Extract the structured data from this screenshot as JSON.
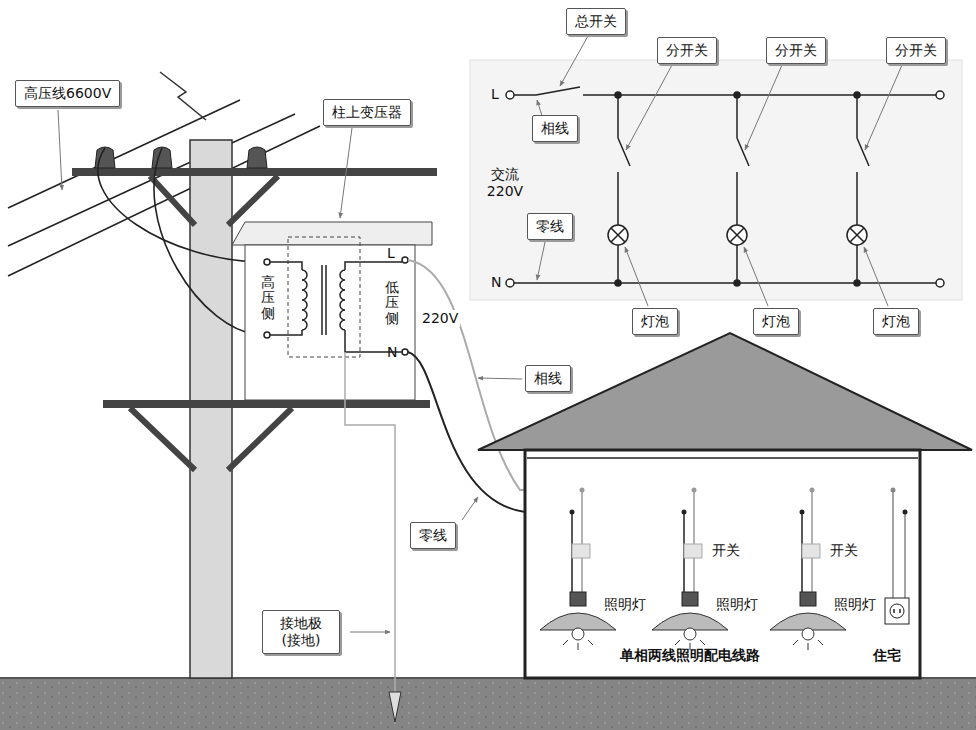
{
  "diagram": {
    "nodes": [
      {
        "text": [
          "高压线6600V"
        ]
      },
      {
        "text": [
          "柱上变压器"
        ]
      },
      {
        "text": [
          "高压侧",
          "低压侧",
          "L",
          "N"
        ]
      },
      {
        "text": [
          "总开关"
        ]
      },
      {
        "text": [
          "分开关"
        ]
      },
      {
        "text": [
          "分开关"
        ]
      },
      {
        "text": [
          "分开关"
        ]
      },
      {
        "text": [
          "相线"
        ]
      },
      {
        "text": [
          "零线"
        ]
      },
      {
        "text": [
          "灯泡"
        ]
      },
      {
        "text": [
          "灯泡"
        ]
      },
      {
        "text": [
          "灯泡"
        ]
      },
      {
        "text": [
          "相线"
        ]
      },
      {
        "text": [
          "零线"
        ]
      },
      {
        "text": [
          "接地极 (接地)"
        ]
      },
      {
        "text": [
          "单相两线照明配电线路",
          "住宅"
        ]
      }
    ],
    "labels": [
      "220V",
      "L",
      "交流 220V",
      "N",
      "开关",
      "开关",
      "照明灯",
      "照明灯",
      "照明灯"
    ]
  }
}
